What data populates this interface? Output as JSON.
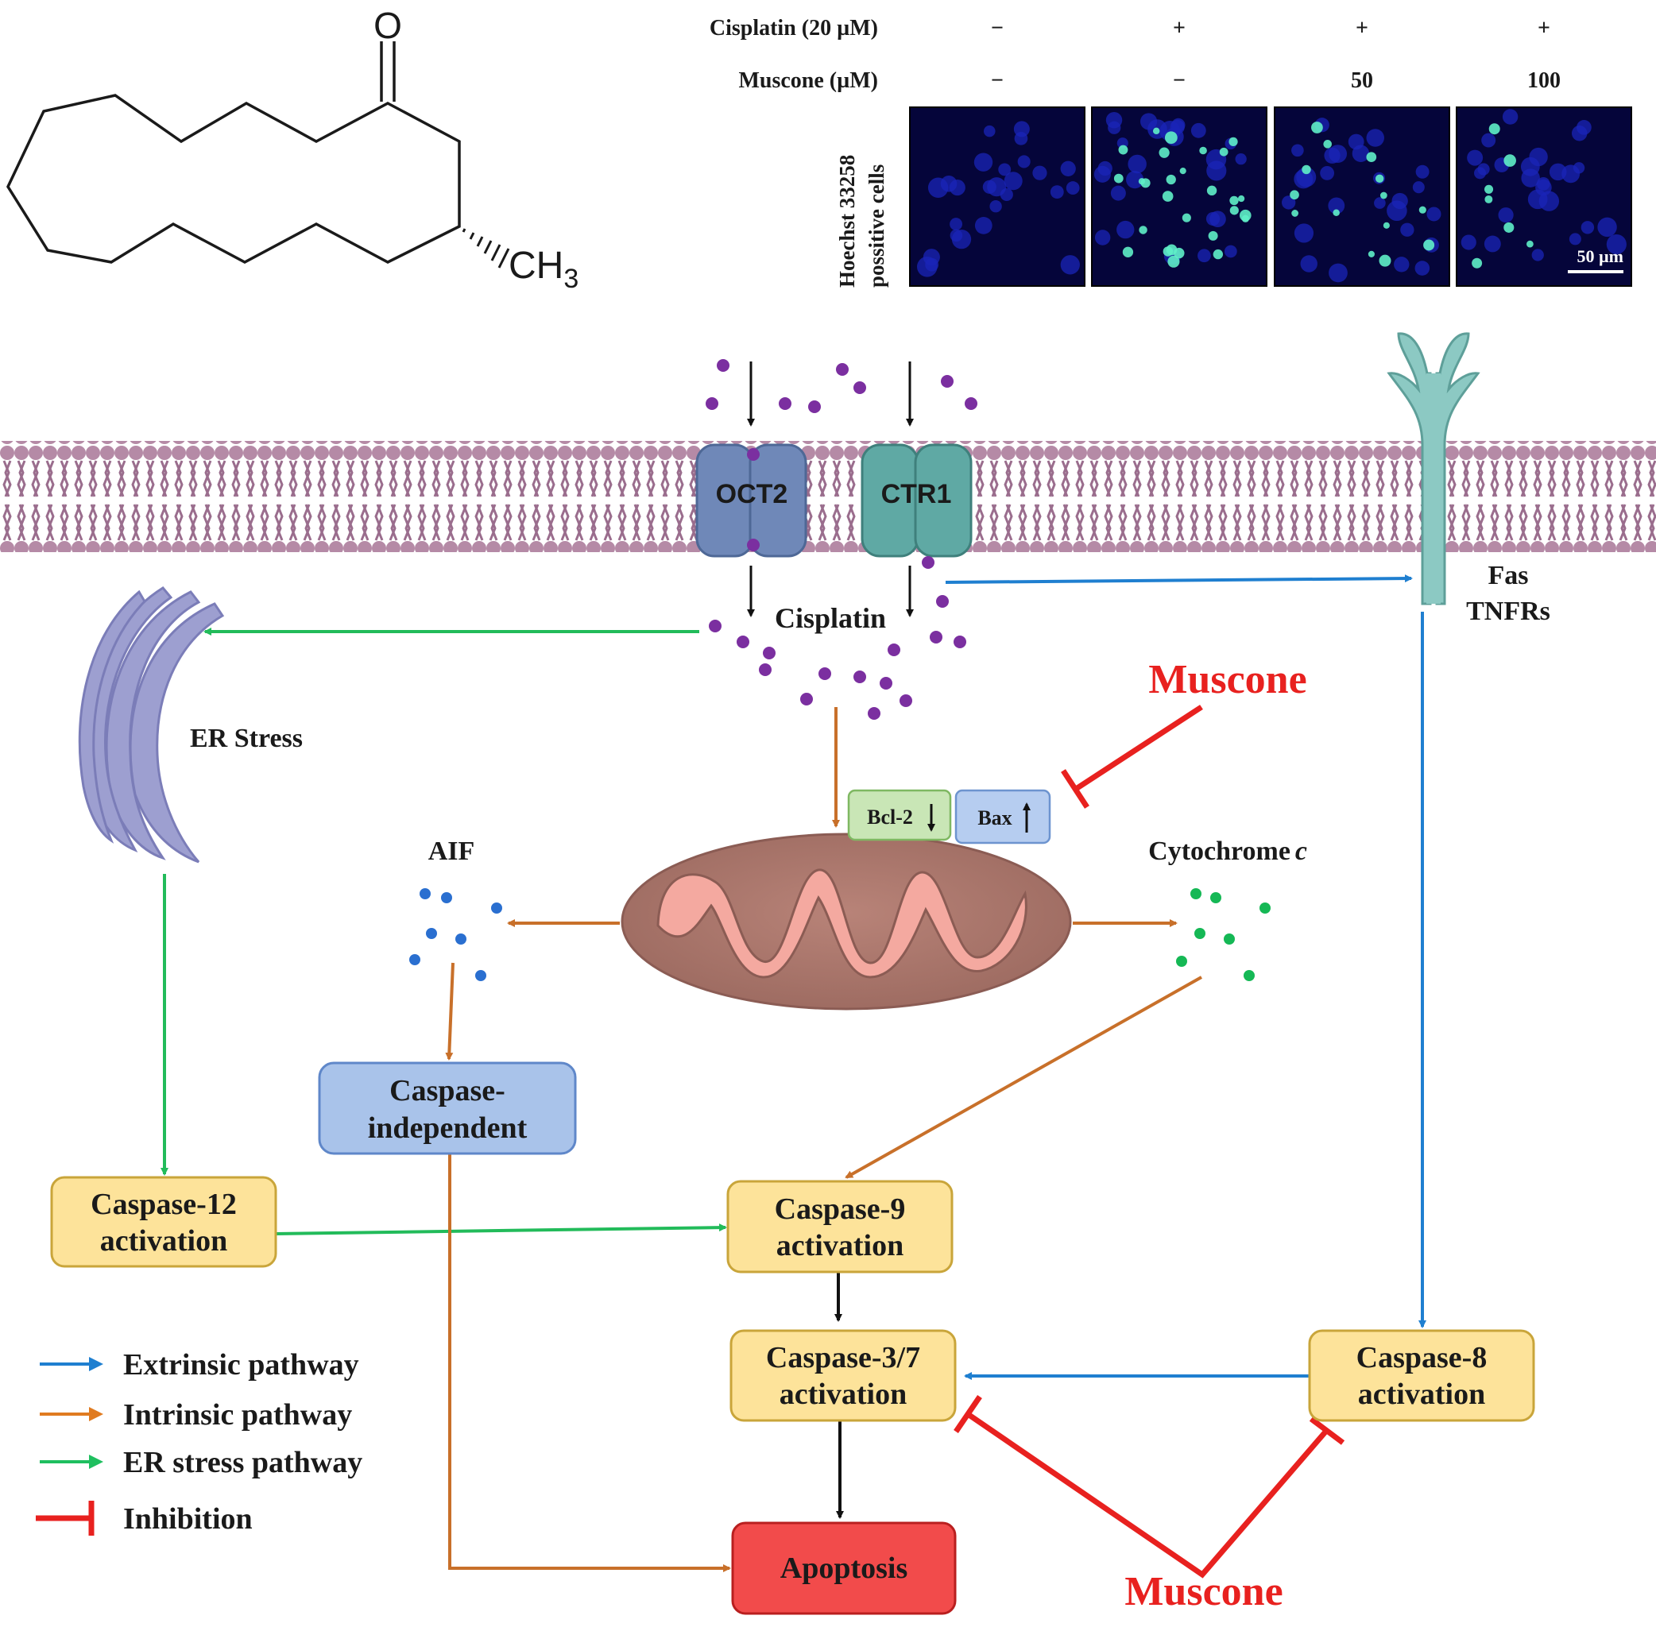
{
  "molecule": {
    "oxygen": "O",
    "methyl": "CH",
    "methyl_sub": "3"
  },
  "assay": {
    "cisplatin_label": "Cisplatin (20 µM)",
    "muscone_label": "Muscone (µM)",
    "side_label_line1": "Hoechst 33258",
    "side_label_line2": "possitive cells",
    "cisplatin_values": [
      "−",
      "+",
      "+",
      "+"
    ],
    "muscone_values": [
      "−",
      "−",
      "50",
      "100"
    ],
    "scale_bar": "50 µm",
    "panel_colors": {
      "background": "#05053a",
      "nuclei": "#1a24b8",
      "apoptotic": "#5ff0c8"
    }
  },
  "membrane": {
    "transporter_1": "OCT2",
    "transporter_2": "CTR1",
    "receptor_line1": "Fas",
    "receptor_line2": "TNFRs",
    "drug_label": "Cisplatin"
  },
  "organelles": {
    "er_label": "ER Stress",
    "aif_label": "AIF",
    "cytc_label": "Cytochrome",
    "cytc_italic": "c",
    "bcl2_label": "Bcl-2",
    "bax_label": "Bax"
  },
  "nodes": {
    "casp_indep": [
      "Caspase-",
      "independent"
    ],
    "casp12": [
      "Caspase-12",
      "activation"
    ],
    "casp9": [
      "Caspase-9",
      "activation"
    ],
    "casp37": [
      "Caspase-3/7",
      "activation"
    ],
    "casp8": [
      "Caspase-8",
      "activation"
    ],
    "apoptosis": "Apoptosis"
  },
  "inhibitor": {
    "top": "Muscone",
    "bottom": "Muscone"
  },
  "legend": [
    {
      "label": "Extrinsic pathway",
      "color": "#1f7fd0",
      "kind": "arrow"
    },
    {
      "label": "Intrinsic pathway",
      "color": "#e07b20",
      "kind": "arrow"
    },
    {
      "label": "ER stress pathway",
      "color": "#1fbf5f",
      "kind": "arrow"
    },
    {
      "label": "Inhibition",
      "color": "#e8211f",
      "kind": "bar"
    }
  ],
  "colors": {
    "extrinsic": "#1f7fd0",
    "intrinsic": "#c8702a",
    "er": "#22bb5a",
    "inhibition": "#e8211f",
    "cisplatin_dot": "#7b2fa0",
    "aif_dot": "#2a6fd0",
    "cytc_dot": "#15b855",
    "node_fill": "#fde39a",
    "node_stroke": "#c9a53a",
    "indep_fill": "#a9c3ea",
    "indep_stroke": "#5f87c9",
    "apoptosis_fill": "#f24b4b"
  }
}
